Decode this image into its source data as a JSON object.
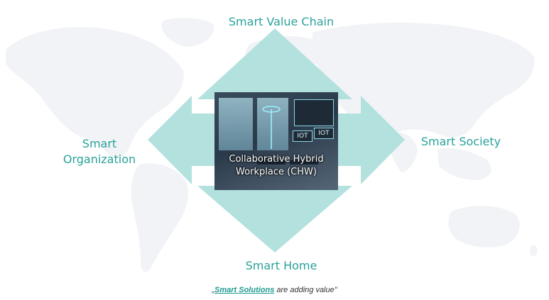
{
  "diagram": {
    "arrows": {
      "top": "Smart Value Chain",
      "left_line1": "Smart",
      "left_line2": "Organization",
      "right": "Smart Society",
      "bottom": "Smart Home"
    },
    "center": {
      "title_line1": "Collaborative Hybrid",
      "title_line2": "Workplace (CHW)",
      "panel_labels": [
        "IOT",
        "IOT"
      ]
    },
    "tagline": {
      "open_quote": "„",
      "emphasis": "Smart Solutions",
      "rest": " are adding value",
      "close_quote": "\""
    },
    "colors": {
      "arrow_fill": "#b3e1de",
      "label_text": "#2aa29a",
      "map_fill": "#f1f3f6"
    }
  }
}
